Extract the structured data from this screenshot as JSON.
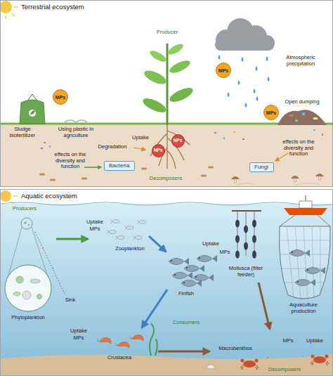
{
  "diagram": {
    "nodes": [
      {
        "text": [
          "Terrestrial ecosystem"
        ]
      },
      {
        "text": [
          "Bacteria"
        ],
        "in": 0
      },
      {
        "text": [
          "Fungi"
        ],
        "in": 0
      },
      {
        "text": [
          "MPs"
        ],
        "in": 0
      },
      {
        "text": [
          "MPs"
        ],
        "in": 0
      },
      {
        "text": [
          "MPs"
        ],
        "in": 0
      },
      {
        "text": [
          "NPs"
        ],
        "in": 0
      },
      {
        "text": [
          "NPs"
        ],
        "in": 0
      },
      {
        "text": [
          "Aquatic ecosystem"
        ]
      }
    ],
    "labels": [
      "Producer",
      "Atmospheric precipitation",
      "Sludge biofertilizer",
      "Using plastic in agriculture",
      "Open dumping",
      "Degradation",
      "Uptake",
      "effects on the diversity and function",
      "effects on the diversity and function",
      "Decomposers",
      "Producers",
      "Uptake",
      "MPs",
      "Zooplankton",
      "Sink",
      "Phytoplankton",
      "Uptake",
      "MPs",
      "Finfish",
      "Mollusca (filter feeder)",
      "Aquaculture production",
      "Consumers",
      "Uptake",
      "MPs",
      "Crustacea",
      "Macrobenthos",
      "MPs",
      "Uptake",
      "Decomposers"
    ]
  }
}
